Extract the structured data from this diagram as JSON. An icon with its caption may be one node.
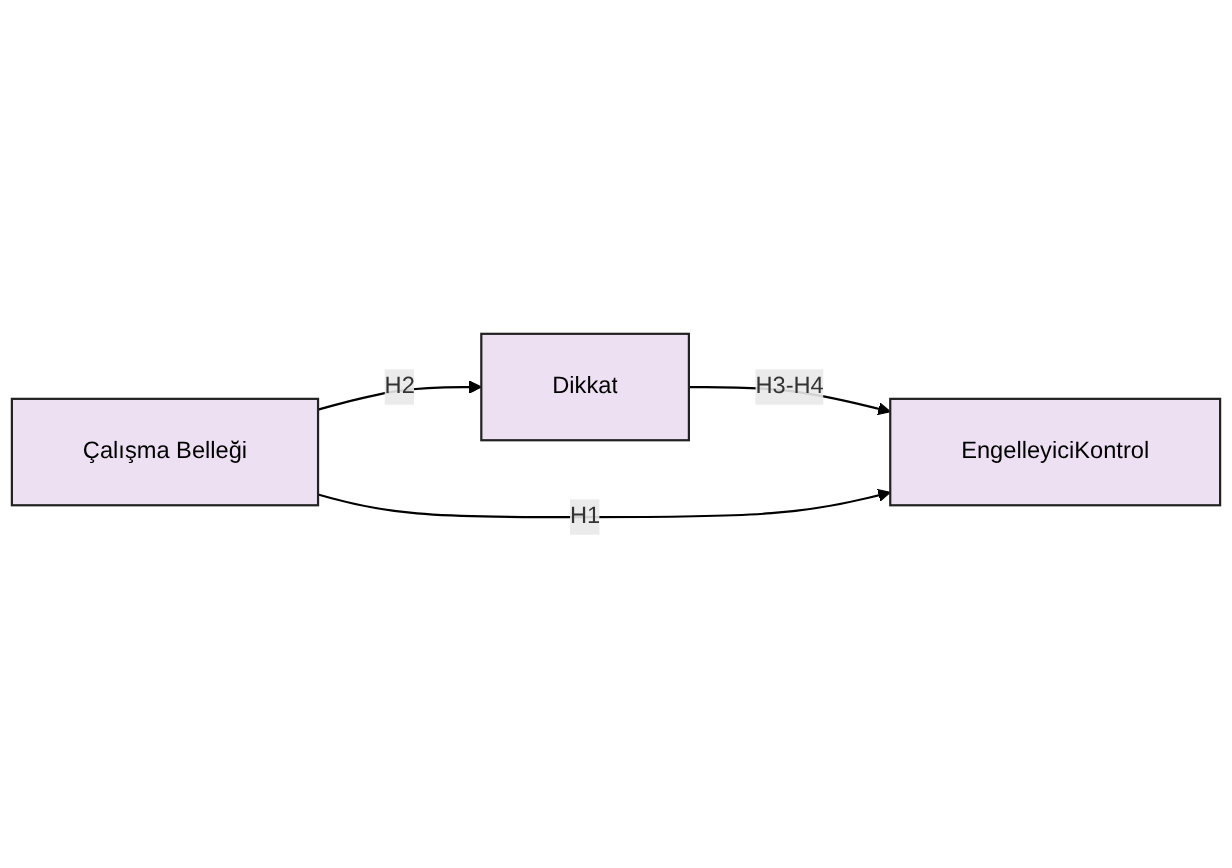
{
  "diagram": {
    "nodes": [
      {
        "text": [
          "Dikkat"
        ]
      },
      {
        "text": [
          "Çalışma Belleği"
        ]
      },
      {
        "text": [
          "EngelleyiciKontrol"
        ]
      }
    ],
    "edges": [
      {
        "from": 1,
        "to": 0,
        "arrow": "to",
        "label": "H2"
      },
      {
        "from": 0,
        "to": 2,
        "arrow": "to",
        "label": "H3-H4"
      },
      {
        "from": 1,
        "to": 2,
        "arrow": "to",
        "label": "H1"
      }
    ]
  }
}
